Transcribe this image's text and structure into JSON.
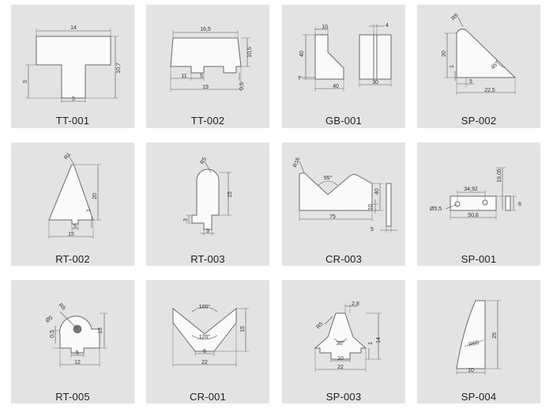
{
  "parts": [
    {
      "code": "TT-001",
      "dims": [
        "14",
        "10,7",
        "5",
        "5"
      ]
    },
    {
      "code": "TT-002",
      "dims": [
        "16,5",
        "10,5",
        "11",
        "5",
        "19",
        "0,5"
      ]
    },
    {
      "code": "GB-001",
      "dims": [
        "10",
        "40",
        "7",
        "40",
        "4",
        "30"
      ]
    },
    {
      "code": "SP-002",
      "dims": [
        "R8",
        "20",
        "1",
        "5",
        "45°",
        "22,5"
      ]
    },
    {
      "code": "RT-002",
      "dims": [
        "R1",
        "20",
        "1",
        "5",
        "15"
      ]
    },
    {
      "code": "RT-003",
      "dims": [
        "R5",
        "15",
        "3",
        "3"
      ]
    },
    {
      "code": "CR-003",
      "dims": [
        "R16",
        "95°",
        "40",
        "10",
        "75",
        "5"
      ]
    },
    {
      "code": "SP-001",
      "dims": [
        "19,05",
        "34,92",
        "Ø5,5",
        "6",
        "50,8"
      ]
    },
    {
      "code": "RT-005",
      "dims": [
        "R6",
        "Ø5",
        "0,5",
        "13",
        "5",
        "12"
      ]
    },
    {
      "code": "CR-001",
      "dims": [
        "100°",
        "15",
        "120°",
        "6",
        "22"
      ]
    },
    {
      "code": "SP-003",
      "dims": [
        "2,8",
        "R5",
        "30°",
        "14",
        "1",
        "10",
        "22"
      ]
    },
    {
      "code": "SP-004",
      "dims": [
        "25",
        "R60",
        "10"
      ]
    }
  ]
}
